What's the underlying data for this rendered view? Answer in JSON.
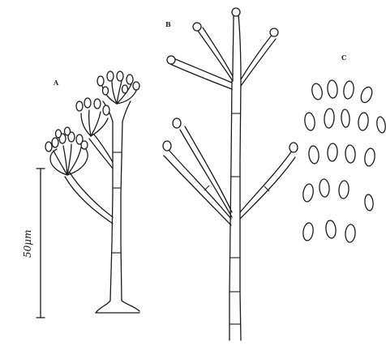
{
  "figure": {
    "panels": [
      {
        "label": "A"
      },
      {
        "label": "B"
      },
      {
        "label": "C"
      }
    ],
    "scale_bar": {
      "label": "50μm"
    }
  },
  "colors": {
    "background": "#ffffff",
    "line": "#1a1a1a"
  }
}
